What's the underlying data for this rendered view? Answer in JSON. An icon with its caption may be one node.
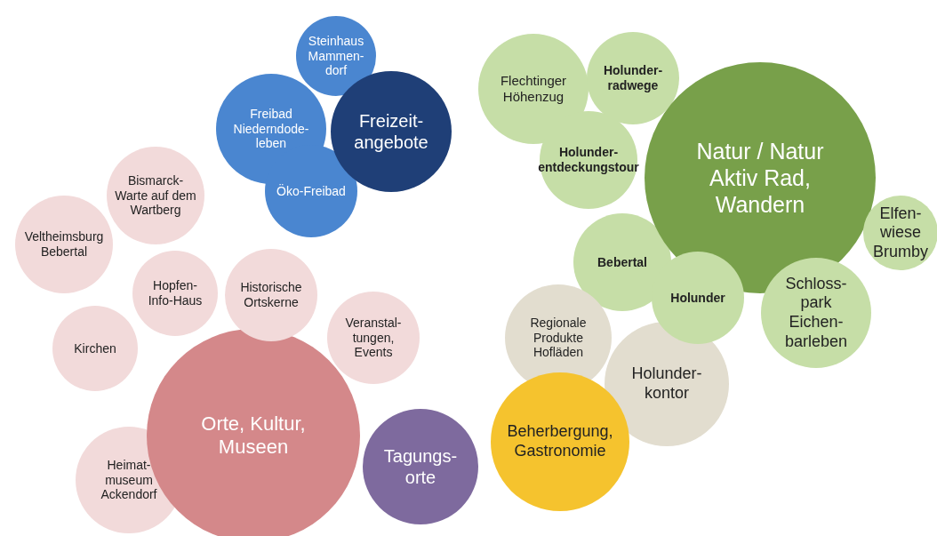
{
  "diagram": {
    "nodes": [
      {
        "text": [
          "Steinhaus Mammen-dorf"
        ]
      },
      {
        "text": [
          "Freibad Niederndode-leben"
        ]
      },
      {
        "text": [
          "Öko-Freibad"
        ]
      },
      {
        "text": [
          "Freizeit-angebote"
        ]
      },
      {
        "text": [
          "Bismarck-Warte auf dem Wartberg"
        ]
      },
      {
        "text": [
          "Veltheimsburg Bebertal"
        ]
      },
      {
        "text": [
          "Hopfen-Info-Haus"
        ]
      },
      {
        "text": [
          "Historische Ortskerne"
        ]
      },
      {
        "text": [
          "Kirchen"
        ]
      },
      {
        "text": [
          "Veranstal-tungen, Events"
        ]
      },
      {
        "text": [
          "Orte, Kultur, Museen"
        ]
      },
      {
        "text": [
          "Heimat-museum Ackendorf"
        ]
      },
      {
        "text": [
          "Tagungs-orte"
        ]
      },
      {
        "text": [
          "Flechtinger Höhenzug"
        ]
      },
      {
        "text": [
          "Holunder-radwege"
        ]
      },
      {
        "text": [
          "Holunder-entdeckungstour"
        ]
      },
      {
        "text": [
          "Natur / Natur Aktiv Rad, Wandern"
        ]
      },
      {
        "text": [
          "Elfen-wiese Brumby"
        ]
      },
      {
        "text": [
          "Bebertal"
        ]
      },
      {
        "text": [
          "Holunder"
        ]
      },
      {
        "text": [
          "Schloss-park Eichen-barleben"
        ]
      },
      {
        "text": [
          "Regionale Produkte Hofläden"
        ]
      },
      {
        "text": [
          "Holunder-kontor"
        ]
      },
      {
        "text": [
          "Beherbergung, Gastronomie"
        ]
      }
    ]
  }
}
